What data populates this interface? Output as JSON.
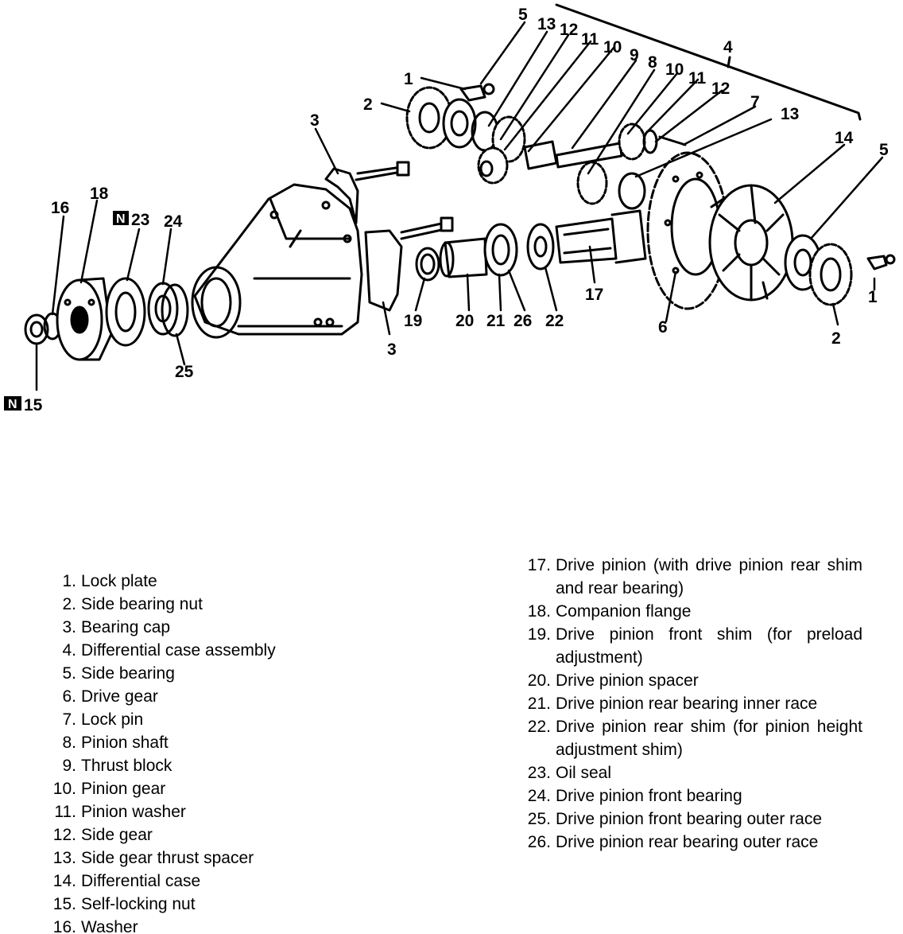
{
  "callouts": {
    "c1a": "1",
    "c1b": "1",
    "c2a": "2",
    "c2b": "2",
    "c3a": "3",
    "c3b": "3",
    "c4": "4",
    "c5a": "5",
    "c5b": "5",
    "c6": "6",
    "c7": "7",
    "c8": "8",
    "c9": "9",
    "c10a": "10",
    "c10b": "10",
    "c11a": "11",
    "c11b": "11",
    "c12a": "12",
    "c12b": "12",
    "c13a": "13",
    "c13b": "13",
    "c14": "14",
    "c15": "15",
    "c16": "16",
    "c17": "17",
    "c18": "18",
    "c19": "19",
    "c20": "20",
    "c21": "21",
    "c22": "22",
    "c23": "23",
    "c24": "24",
    "c25": "25",
    "c26": "26",
    "nbox": "N"
  },
  "legend_left": [
    {
      "num": "1.",
      "text": "Lock plate"
    },
    {
      "num": "2.",
      "text": "Side bearing nut"
    },
    {
      "num": "3.",
      "text": "Bearing cap"
    },
    {
      "num": "4.",
      "text": "Differential case assembly"
    },
    {
      "num": "5.",
      "text": "Side bearing"
    },
    {
      "num": "6.",
      "text": "Drive gear"
    },
    {
      "num": "7.",
      "text": "Lock pin"
    },
    {
      "num": "8.",
      "text": "Pinion shaft"
    },
    {
      "num": "9.",
      "text": "Thrust block"
    },
    {
      "num": "10.",
      "text": "Pinion gear"
    },
    {
      "num": "11.",
      "text": "Pinion washer"
    },
    {
      "num": "12.",
      "text": "Side gear"
    },
    {
      "num": "13.",
      "text": "Side gear thrust spacer"
    },
    {
      "num": "14.",
      "text": "Differential case"
    },
    {
      "num": "15.",
      "text": "Self-locking nut"
    },
    {
      "num": "16.",
      "text": "Washer"
    }
  ],
  "legend_right": [
    {
      "num": "17.",
      "text": "Drive pinion (with drive pinion rear shim and rear bearing)"
    },
    {
      "num": "18.",
      "text": "Companion flange"
    },
    {
      "num": "19.",
      "text": "Drive pinion front shim (for preload adjustment)"
    },
    {
      "num": "20.",
      "text": "Drive pinion spacer"
    },
    {
      "num": "21.",
      "text": "Drive pinion rear bearing inner race"
    },
    {
      "num": "22.",
      "text": "Drive pinion rear shim (for pinion height adjustment shim)"
    },
    {
      "num": "23.",
      "text": "Oil seal"
    },
    {
      "num": "24.",
      "text": "Drive pinion front bearing"
    },
    {
      "num": "25.",
      "text": "Drive pinion front bearing outer race"
    },
    {
      "num": "26.",
      "text": "Drive pinion rear bearing outer race"
    }
  ]
}
